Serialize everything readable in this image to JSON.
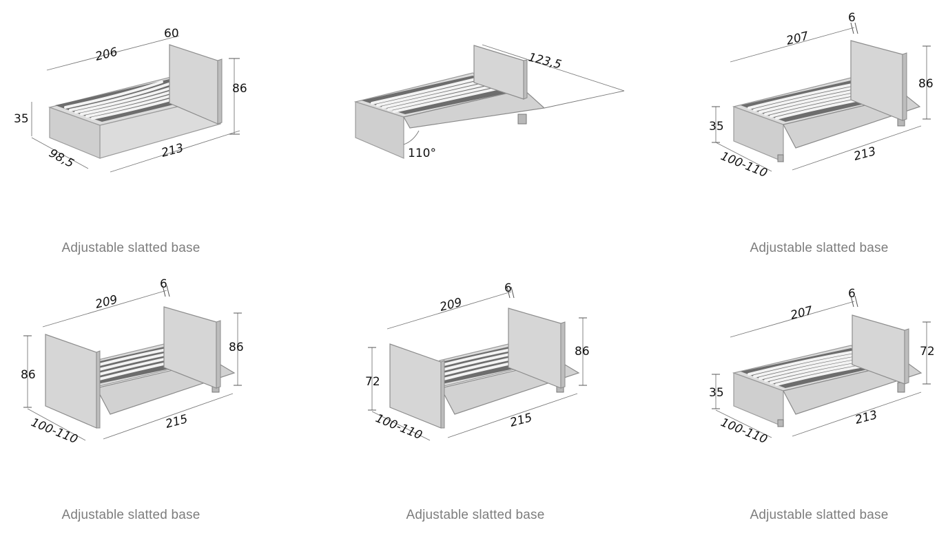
{
  "captions": {
    "top_left": "Adjustable slatted base",
    "top_right": "Adjustable slatted base",
    "bottom_left": "Adjustable slatted base",
    "bottom_center": "Adjustable slatted base",
    "bottom_right": "Adjustable slatted base"
  },
  "diagrams": [
    {
      "length": "206",
      "head_depth": "60",
      "height": "86",
      "base_height": "35",
      "width": "98,5",
      "total_length": "213"
    },
    {
      "open_length": "123,5",
      "angle": "110°"
    },
    {
      "length": "207",
      "head_depth": "6",
      "height": "86",
      "base_height": "35",
      "width": "100-110",
      "total_length": "213"
    },
    {
      "length": "209",
      "head_depth": "6",
      "height": "86",
      "foot_height": "86",
      "width": "100-110",
      "total_length": "215"
    },
    {
      "length": "209",
      "head_depth": "6",
      "height": "86",
      "foot_height": "72",
      "width": "100-110",
      "total_length": "215"
    },
    {
      "length": "207",
      "head_depth": "6",
      "height": "72",
      "base_height": "35",
      "width": "100-110",
      "total_length": "213"
    }
  ],
  "colors": {
    "caption_text": "#7d7d7d",
    "dimension_text": "#111111",
    "upholstery": "#dcdcdc",
    "background": "#ffffff"
  }
}
